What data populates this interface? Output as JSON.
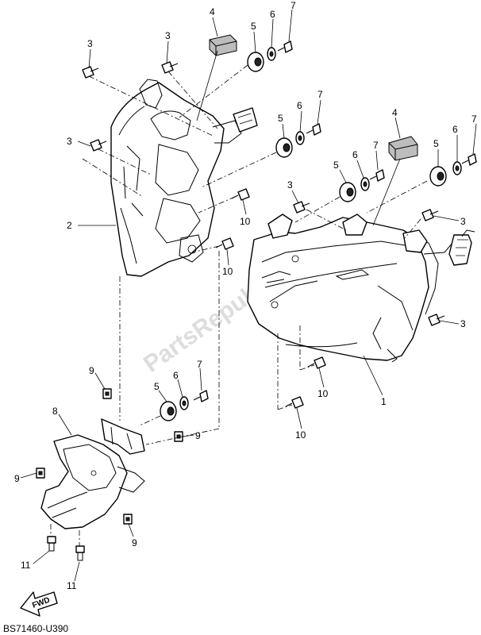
{
  "watermark": "PartsRepublik",
  "diagram_code": "BS71460-U390",
  "fwd_arrow_label": "FWD",
  "callouts": {
    "c1": "1",
    "c2": "2",
    "c3a": "3",
    "c3b": "3",
    "c3c": "3",
    "c3d": "3",
    "c3e": "3",
    "c3f": "3",
    "c4a": "4",
    "c4b": "4",
    "c5a": "5",
    "c5b": "5",
    "c5c": "5",
    "c5d": "5",
    "c5e": "5",
    "c6a": "6",
    "c6b": "6",
    "c6c": "6",
    "c6d": "6",
    "c6e": "6",
    "c7a": "7",
    "c7b": "7",
    "c7c": "7",
    "c7d": "7",
    "c7e": "7",
    "c8": "8",
    "c9a": "9",
    "c9b": "9",
    "c9c": "9",
    "c9d": "9",
    "c10a": "10",
    "c10b": "10",
    "c10c": "10",
    "c10d": "10",
    "c11a": "11",
    "c11b": "11"
  }
}
